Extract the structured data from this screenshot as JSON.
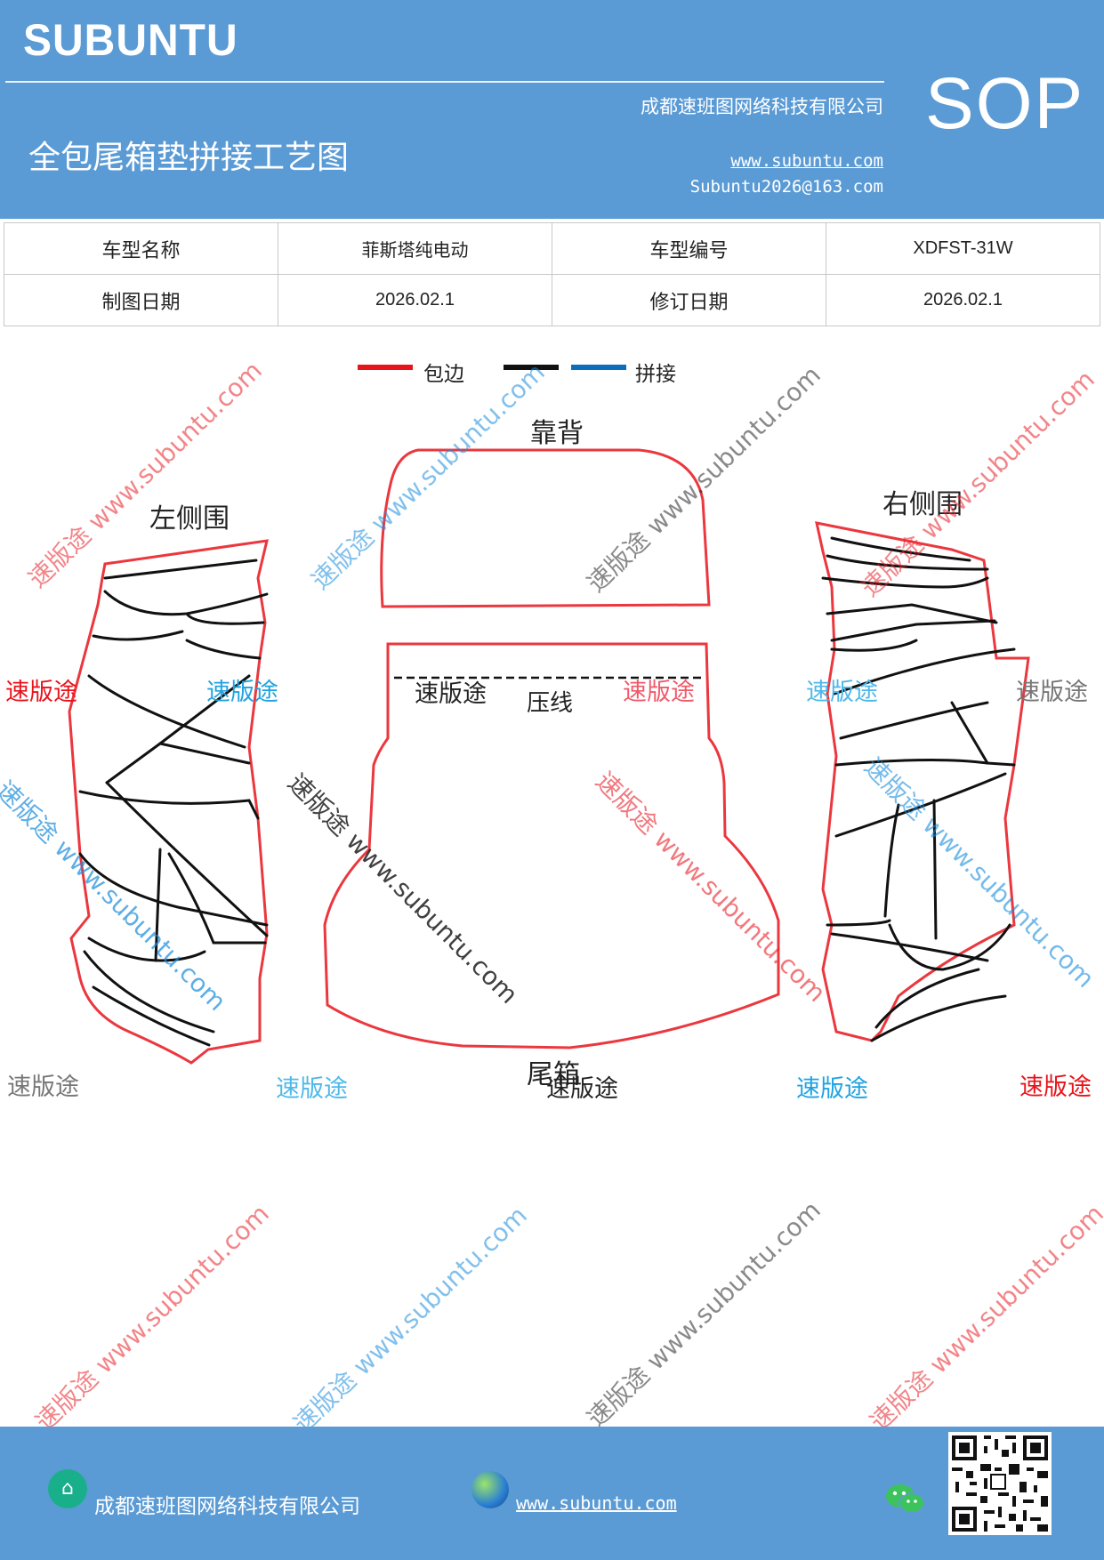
{
  "header": {
    "brand": "SUBUNTU",
    "company": "成都速班图网络科技有限公司",
    "title": "全包尾箱垫拼接工艺图",
    "website": "www.subuntu.com",
    "email": "Subuntu2026@163.com",
    "badge": "SOP"
  },
  "info_table": {
    "model_name_label": "车型名称",
    "model_name_value": "菲斯塔纯电动",
    "model_code_label": "车型编号",
    "model_code_value": "XDFST-31W",
    "draw_date_label": "制图日期",
    "draw_date_value": "2026.02.1",
    "revise_date_label": "修订日期",
    "revise_date_value": "2026.02.1"
  },
  "legend": {
    "edge_label": "包边",
    "splice_label": "拼接",
    "edge_color": "#e8141c",
    "black_color": "#111111",
    "splice_color": "#0a6ebd"
  },
  "parts": {
    "backrest": "靠背",
    "left_side": "左侧围",
    "right_side": "右侧围",
    "trunk": "尾箱",
    "press_line": "压线"
  },
  "watermarks": {
    "brand_cn": "速版途",
    "url": "www.subuntu.com",
    "combo": "速版途 www.subuntu.com"
  },
  "footer": {
    "company": "成都速班图网络科技有限公司",
    "website": "www.subuntu.com",
    "home_icon": "home-icon",
    "globe_icon": "globe-icon",
    "wechat_icon": "wechat-icon"
  }
}
